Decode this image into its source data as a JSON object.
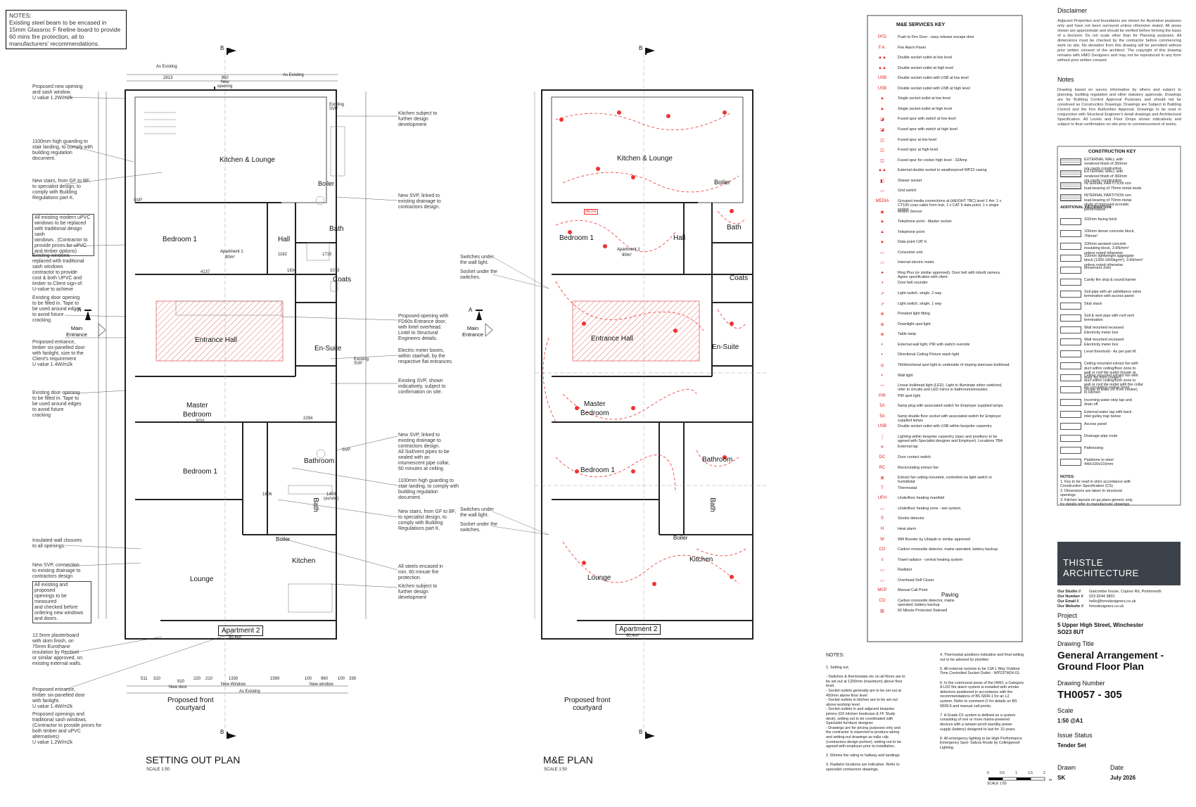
{
  "top_note": {
    "title": "NOTES:",
    "text": "Existing steel beam to be encased in 15mm Glassroc F fireline board to provide 60 mins fire protection, all to manufacturers' recommendations."
  },
  "setting_out": {
    "title": "SETTING OUT PLAN",
    "scale": "SCALE 1:50",
    "rooms": {
      "kitchen": "Kitchen & Lounge",
      "boiler": "Boiler",
      "bedroom1": "Bedroom 1",
      "hall": "Hall",
      "bath": "Bath",
      "coats": "Coats",
      "apt1": "Apartment 1",
      "apt1_area": "90m²",
      "entrance": "Entrance Hall",
      "ensuite": "En-Suite",
      "master": "Master\nBedroom",
      "bedroom1b": "Bedroom 1",
      "bathroom": "Bathroom",
      "bath2": "Bath",
      "boiler2": "Boiler",
      "kitchen2": "Kitchen",
      "lounge": "Lounge",
      "apt2": "Apartment 2",
      "apt2_area": "90.4m²",
      "courtyard": "Proposed front\ncourtyard",
      "main_entrance": "Main\nEntrance"
    },
    "annotations_left": [
      "Proposed new opening\nand sash window.\nU value 1.2W/m2k",
      "1100mm high guarding to\nstair landing, to comply with\nbuilding regulation\ndocument.",
      "New stairs, from GF to BF,\nto specialist design, to\ncomply with Building\nRegulations part K.",
      "All existing modern uPVC\nwindows to be replaced\nwith traditional design sash\nwindows . (Contractor to\nprovide prices for uPVC\nand timber options)",
      "Existing windows\nreplaced with traditional\nsash windows\ncontractor to provide\ncost & both UPVC and\ntimber to Client sign-of.\nU-value to achieve",
      "Existing door opening\nto be filled in. Tape to\nbe used around edges\nto avoid future\ncracking",
      "Proposed entrance,\ntimber six-panelled door\nwith fanlight, size to the\nClient's requirement\nU value 1.4W/m2k",
      "Existing door opening\nto be filled in. Tape to\nbe used around edges\nto avoid future\ncracking",
      "Insulated wall closures\nto all openings.",
      "New SVP, connection\nto existing drainage to\ncontractors design",
      "All existing and proposed\nopenings to be measured\nand checked before\nordering new windows\nand doors.",
      "12.5mm plasterboard\nwith skim finish, on\n75mm Eurothane\ninsulation by Recticel\nor similar approved, on\nexisting external walls.",
      "Proposed entrance,\ntimber six-panelled door\nwith fanlight.\nU value 1.4W/m2k",
      "Proposed openings and\ntraditional sash windows.\n(Contractor to provide prices for\nboth timber and uPVC\nalternatives)\nU value 1.2W/m2k"
    ],
    "annotations_right": [
      "Kitchen subject to\nfurther design\ndevelopment",
      "New SVP, linked to\nexisting drainage to\ncontractors design.",
      "Proposed opening with\nFD60s Entrance door,\nwith lintel overhead.\nLintel to Structural\nEngineers details.",
      "Electric meter boxes,\nwithin stairhall, by the\nrespective flat entrances.",
      "Existing SVP, shown\nindicatively, subject to\nconfirmation on site.",
      "New SVP, linked to\nexisting drainage to\ncontractors design.\nAll Soil/vent pipes to be\nsealed with an\nintumescent pipe collar,\n60 minutes at ceiling.",
      "1100mm high guarding to\nstair landing, to comply with\nbuilding regulation\ndocument.",
      "New stairs, from GF to BF,\nto specialist design, to\ncomply with Building\nRegulations part K.",
      "All steels encased in\nmin. 60 minute fire\nprotection.",
      "Kitchen subject to\nfurther design\ndevelopment"
    ],
    "dims": {
      "d1": "2813",
      "d2": "960\nNew\nopening",
      "d3": "As Existing",
      "d4": "As Existing",
      "d5": "4137",
      "d6": "1182",
      "d7": "1715",
      "d8": "1834",
      "d9": "1073",
      "d10": "3031",
      "d11": "2294",
      "d12": "1806",
      "d13": "1459\n(as/site)",
      "d14": "511",
      "d15": "310",
      "d16": "910",
      "d17": "220",
      "d18": "210",
      "d19": "1330",
      "d20": "1590",
      "d21": "100",
      "d22": "960",
      "d23": "100",
      "d24": "339",
      "d25": "New door",
      "d26": "New Window",
      "d27": "New window",
      "d28": "As Existing",
      "svp": "SVP",
      "svp2": "Existing\nSVP",
      "b": "B",
      "a": "A"
    }
  },
  "me_plan": {
    "title": "M&E PLAN",
    "scale": "SCALE 1:50",
    "rooms": {
      "kitchen": "Kitchen & Lounge",
      "boiler": "Boiler",
      "bedroom1": "Bedroom 1",
      "hall": "Hall",
      "bath": "Bath",
      "coats": "Coats",
      "apt1": "Apartment 1",
      "apt1_area": "90m²",
      "entrance": "Entrance Hall",
      "ensuite": "En-Suite",
      "master": "Master\nBedroom",
      "bedroom1b": "Bedroom 1",
      "bathroom": "Bathroom",
      "bath2": "Bath",
      "boiler2": "Boiler",
      "kitchen2": "Kitchen",
      "lounge": "Lounge",
      "apt2": "Apartment 2",
      "apt2_area": "90.4m²",
      "courtyard": "Proposed front\ncourtyard",
      "main_entrance": "Main\nEntrance",
      "media": "MEDIA"
    },
    "notes": [
      "Switches under\nthe wall light.",
      "Socket under the\nswitches.",
      "Switches under\nthe wall light.",
      "Socket under the\nswitches."
    ]
  },
  "mne_key": {
    "title": "M&E SERVICES KEY",
    "items": [
      {
        "sym": "PFD",
        "label": "Push to Fire Door - easy release escape door"
      },
      {
        "sym": "F.A.",
        "label": "Fire Alarm Panel"
      },
      {
        "sym": "▲▲",
        "label": "Double socket outlet at low level"
      },
      {
        "sym": "▲▲",
        "label": "Double socket outlet at high level"
      },
      {
        "sym": "USB",
        "label": "Double socket outlet with USB at low level"
      },
      {
        "sym": "USB",
        "label": "Double socket outlet with USB at high level"
      },
      {
        "sym": "▲",
        "label": "Single socket outlet at low level"
      },
      {
        "sym": "▲",
        "label": "Single socket outlet at high level"
      },
      {
        "sym": "◪",
        "label": "Fused spur with switch at low level"
      },
      {
        "sym": "◪",
        "label": "Fused spur with switch at high level"
      },
      {
        "sym": "◫",
        "label": "Fused spur at low level"
      },
      {
        "sym": "◫",
        "label": "Fused spur at high level"
      },
      {
        "sym": "◫",
        "label": "Fused spur for cooker high level - 32Amp"
      },
      {
        "sym": "▲▲",
        "label": "External double socket in weatherproof WP22 casing"
      },
      {
        "sym": "◧",
        "label": "Shaver socket"
      },
      {
        "sym": "▭",
        "label": "Grid switch"
      },
      {
        "sym": "MEDIA",
        "label": "Grouped media connections at (HEIGHT TBC) level 1.4m: 1 x\nCT100 coax cable from hub, 1 x CAT 6 data point, 1 x single\nsocket"
      },
      {
        "sym": "◉",
        "label": "Motion Sensor"
      },
      {
        "sym": "▲",
        "label": "Telephone point - Master socket"
      },
      {
        "sym": "▲",
        "label": "Telephone point"
      },
      {
        "sym": "▲",
        "label": "Data point CAT 6."
      },
      {
        "sym": "▭",
        "label": "Consumer unit."
      },
      {
        "sym": "▭",
        "label": "Internal electric meter."
      },
      {
        "sym": "●",
        "label": "Ring Plus (or similar approved). Door bell with inbuilt camera.\nAgree specification with client"
      },
      {
        "sym": "◖",
        "label": "Door bell sounder"
      },
      {
        "sym": "↗",
        "label": "Light switch, single, 2 way"
      },
      {
        "sym": "↗",
        "label": "Light switch, single, 1 way"
      },
      {
        "sym": "⊗",
        "label": "Pendant light fitting"
      },
      {
        "sym": "⊕",
        "label": "Downlight spot light"
      },
      {
        "sym": "⊗",
        "label": "Table lamp"
      },
      {
        "sym": "◐",
        "label": "External wall light, PIR with switch override"
      },
      {
        "sym": "◐",
        "label": "Directional Ceiling Picture wash light"
      },
      {
        "sym": "◎",
        "label": "Tilt/directional spot light to underside of sloping staircase bulkhead."
      },
      {
        "sym": "◐",
        "label": "Wall light"
      },
      {
        "sym": "—",
        "label": "Linear bulkhead light (LED). Light to illuminate when switched,\nrefer to circuits and LED mirror in bathrooms/ensuites"
      },
      {
        "sym": "PIR",
        "label": "PIR spot light"
      },
      {
        "sym": "5A",
        "label": "5amp plug with associated switch for Employer supplied lamps"
      },
      {
        "sym": "5A",
        "label": "5amp double floor socket with associated switch for Employer\nsupplied lamps"
      },
      {
        "sym": "USB",
        "label": "Double socket outlet with USB within bespoke carpentry"
      },
      {
        "sym": "┆",
        "label": "Lighting within bespoke carpentry (spec and positions to be\nagreed with Specialist designer and Employer). Locations TBA"
      },
      {
        "sym": "✕",
        "label": "External tap"
      },
      {
        "sym": "DC",
        "label": "Door contact switch"
      },
      {
        "sym": "RC",
        "label": "Recirculating extract fan"
      },
      {
        "sym": "⊠",
        "label": "Extract fan ceiling-mounted, controlled via light switch or\nhumidistat"
      },
      {
        "sym": "T",
        "label": "Thermostat"
      },
      {
        "sym": "UFH",
        "label": "Underfloor heating manifold"
      },
      {
        "sym": "▭",
        "label": "Underfloor heating zone - wet system."
      },
      {
        "sym": "S",
        "label": "Smoke detector"
      },
      {
        "sym": "H",
        "label": "Heat alarm"
      },
      {
        "sym": "W",
        "label": "Wifi Booster by Ubiquiti or similar approved"
      },
      {
        "sym": "CO",
        "label": "Carbon monoxide detector, mains operated, battery backup."
      },
      {
        "sym": "≡",
        "label": "Towel radiator - central heating system"
      },
      {
        "sym": "▭",
        "label": "Radiator"
      },
      {
        "sym": "▭",
        "label": "Overhead Self Closer"
      },
      {
        "sym": "MCP",
        "label": "Manual Call Point"
      },
      {
        "sym": "CO",
        "label": "Carbon monoxide detector, mains\noperated; battery backup"
      },
      {
        "sym": "▨",
        "label": "60 Minute Protected Stairwell"
      }
    ],
    "paving": "Paving"
  },
  "disclaimer": {
    "title": "Disclaimer",
    "text": "Adjacent Properties and boundaries are shown for illustrative purposes only and have not been surveyed unless otherwise stated. All areas shown are approximate and should be verified before forming the basis of a decision. Do not scale other than for Planning purposes. All dimensions must be checked by the contractor before commencing work on site. No deviation from this drawing will be permitted without prior written consent of the architect. The copyright of this drawing remains with HMO Designers and may not be reproduced in any form without prior written consent."
  },
  "notes_panel": {
    "title": "Notes",
    "text": "Drawing based on survey information by others and subject to planning, building regulation and other statutory approvals. Drawings are for Building Control Approval Purposes and should not be construed as Construction Drawings. Drawings are Subject to Building Control and the Fire Authorities Approval. Drawings to be read in conjunction with Structural Engineer's detail drawings and Architectural Specification. All Levels and Floor Drops shown indicatively and subject to final confirmation on site prior to commencement of works."
  },
  "construction_key": {
    "title": "CONSTRUCTION KEY",
    "items": [
      "EXTERNAL WALL with\nrendered finish of 350mm\no/a cavity construction",
      "EXTERNAL WALL with\nrendered finish of 360mm\no/a cavity construction",
      "INTERNAL PARTITION non\nload-bearing of 75mm metal studs",
      "INTERNAL PARTITION non\nload-bearing of 70mm metal\nstuds of improved acoustic\nperformance",
      "ADDITIONAL INFORMATION:",
      "102mm facing brick",
      "100mm dense concrete block,\n7N/mm²",
      "100mm aerated concrete\ninsulating block, 3.6N/mm²\nunless noted otherwise",
      "100mm lightweight aggregate\nblock (1300-1600kg/m³), 3.6N/mm²\nunless noted otherwise",
      "Movement Joint",
      "Cavity fire stop & sound barrier",
      "Soil pipe with air admittance valve\ntermination with access panel",
      "Stub stack",
      "Soil & vent pipe with roof vent\ntermination",
      "Wall mounted recessed\nElectricity meter box",
      "Wall mounted recessed\nElectricity meter box",
      "Level threshold - As per part M.",
      "Ceiling mounted extract fan with\nduct within ceiling/floor zone to\nwall or roof tile outlet (locate at\nleast 1m from cooker).",
      "Ceiling mounted extract fan with\nduct within ceiling/floor zone to\nwall or roof tile outlet with fire collar\n(locate at least 1m from cooker)",
      "Re-circulating cooker hood\nto kitchen",
      "Incoming water stop tap and\ndrain off",
      "External water tap with back\ninlet gulley trap below",
      "Access panel",
      "Drainage pipe route",
      "Pattressing",
      "Padstone to steel\n440x100x215mm"
    ],
    "notes_title": "NOTES:",
    "notes": "1.    Key to be read in strict accordance with\n       Construction Specification (CS)\n2.    Dimensions are taken to structural\n       openings\n3.    Kitchen layouts on ga plans generic only,\n       for details refer to manufacturer drawings"
  },
  "company": {
    "name": "THISTLE ARCHITECTURE",
    "labels": [
      "Our Studio //",
      "Our Number //",
      "Our Email //",
      "Our Website //"
    ],
    "values": [
      "Gatcombe house, Copnor Rd, Portsmouth",
      "023 8244 3801",
      "hello@hmodesigners.co.uk",
      "hmodesigners.co.uk"
    ]
  },
  "title_block": {
    "project_h": "Project",
    "project": "5 Upper High Street, Winchester\nSO23 8UT",
    "drawing_title_h": "Drawing Title",
    "drawing_title": "General Arrangement -\nGround Floor Plan",
    "drawing_number_h": "Drawing Number",
    "drawing_number": "TH0057 - 305",
    "scale_h": "Scale",
    "scale": "1:50 @A1",
    "issue_h": "Issue Status",
    "issue": "Tender Set",
    "drawn_h": "Drawn",
    "drawn": "SK",
    "date_h": "Date",
    "date": "July 2026"
  },
  "general_notes": {
    "title": "NOTES:",
    "col1": "1.  Setting out.\n\n  -  Switches & thermostats etc on all floors are to\n     be set out at 1200mm (maximum) above floor\n     level.\n  -  Socket outlets generally are to be set out at\n     450mm above floor level\n  -  Socket outlets in kitchen are to be set out\n     above worktop level.\n  -  Socket outlets in and adjacent bespoke\n     joinery (GF kitchen bookcase & FF Study\n     desk), setting out to be coordinated with\n     Specialist furniture designer.\n  -  Drawings are for pricing purposes only and\n     the contractor is expected to produce wiring\n     and setting-out drawings as m&e cdp\n     (contractors design portion). setting out to be\n     agreed with employer prior to installation.\n\n2.  60mins fire rating to hallway and landings\n\n3.  Radiator locations are indicative. Refer to\n     specialist contractors drawings.",
    "col2": "4.  Thermostat positions indicative and final setting\n     out to be advised by plumber.\n\n5.  All external sockets to be 13A 1 Way Outdoor\n     Time Controlled Socket Outlet -  WP23TM24-01.\n\n6.  In the communal areas of the HMO, a Category\n     A LD2 fire alarm system is installed with smoke\n     detectors positioned in accordance with the\n     recommendations of BS 5839-1 for an L2\n     system. Refer to comment O for details on BS\n     5839-6 and manual call points.\n\n7.  A Grade D1 system is defined as a system\n     consisting of one or more mains-powered\n     devices with a tamper-proof standby power\n     supply (battery) designed to last for 10 years.\n\n8.  All emergency lighting to be High Performance\n     Emergency Spot- Salvus Route by Collingwood\n     Lighting."
  },
  "scale_bar": {
    "labels": [
      "0",
      "0.5",
      "1",
      "1.5",
      "2"
    ],
    "unit": "m",
    "caption": "SCALE 1:50"
  }
}
